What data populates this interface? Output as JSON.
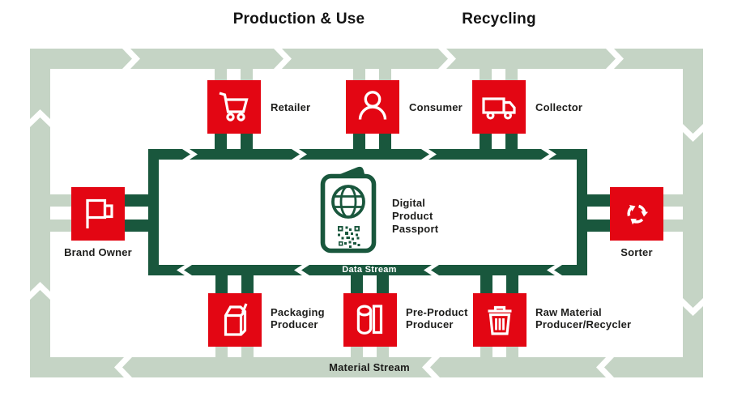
{
  "titles": {
    "production_use": "Production & Use",
    "recycling": "Recycling"
  },
  "streams": {
    "data_label": "Data Stream",
    "material_label": "Material Stream"
  },
  "passport": {
    "label": "Digital Product Passport"
  },
  "nodes": {
    "retailer": {
      "label": "Retailer",
      "icon": "cart-icon"
    },
    "consumer": {
      "label": "Consumer",
      "icon": "person-icon"
    },
    "collector": {
      "label": "Collector",
      "icon": "truck-icon"
    },
    "brand_owner": {
      "label": "Brand Owner",
      "icon": "flag-icon"
    },
    "sorter": {
      "label": "Sorter",
      "icon": "recycle-arrows-icon"
    },
    "packaging_producer": {
      "label": "Packaging Producer",
      "icon": "carton-icon"
    },
    "pre_product_producer": {
      "label": "Pre-Product Producer",
      "icon": "roll-icon"
    },
    "raw_material": {
      "label": "Raw Material Producer/Recycler",
      "icon": "trash-icon"
    }
  },
  "colors": {
    "red": "#e30613",
    "dark_green": "#19573d",
    "light_green": "#c5d4c5",
    "text": "#1d1d1b",
    "white": "#ffffff"
  }
}
